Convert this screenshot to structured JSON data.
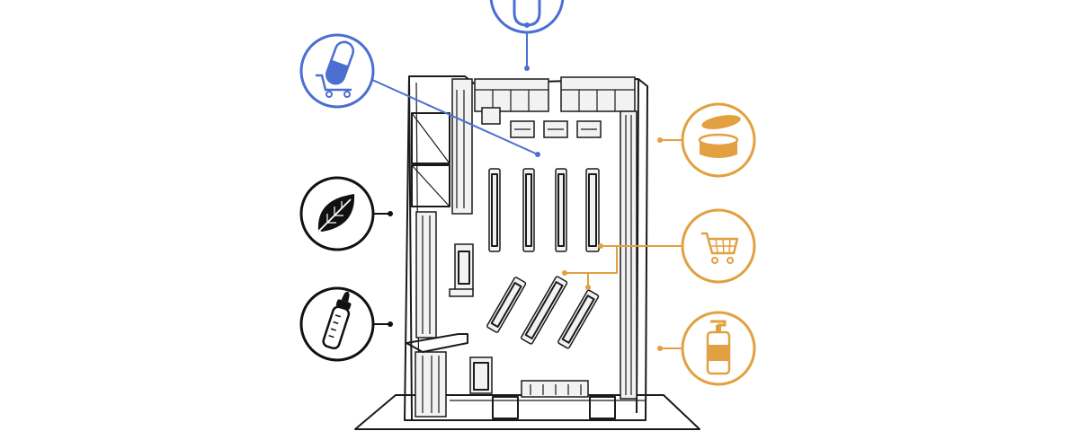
{
  "colors": {
    "blue": "#4a6fd1",
    "orange": "#e2a040",
    "black": "#111111"
  },
  "categories": [
    {
      "name": "stethoscope-icon",
      "group": "services",
      "color": "blue"
    },
    {
      "name": "pill-cart-icon",
      "group": "pharmacy",
      "color": "blue"
    },
    {
      "name": "leaf-icon",
      "group": "natural-products",
      "color": "black"
    },
    {
      "name": "baby-bottle-icon",
      "group": "baby-care",
      "color": "black"
    },
    {
      "name": "cosmetic-jar-icon",
      "group": "beauty",
      "color": "orange"
    },
    {
      "name": "shopping-cart-icon",
      "group": "retail",
      "color": "orange"
    },
    {
      "name": "pump-bottle-icon",
      "group": "personal-care",
      "color": "orange"
    }
  ]
}
